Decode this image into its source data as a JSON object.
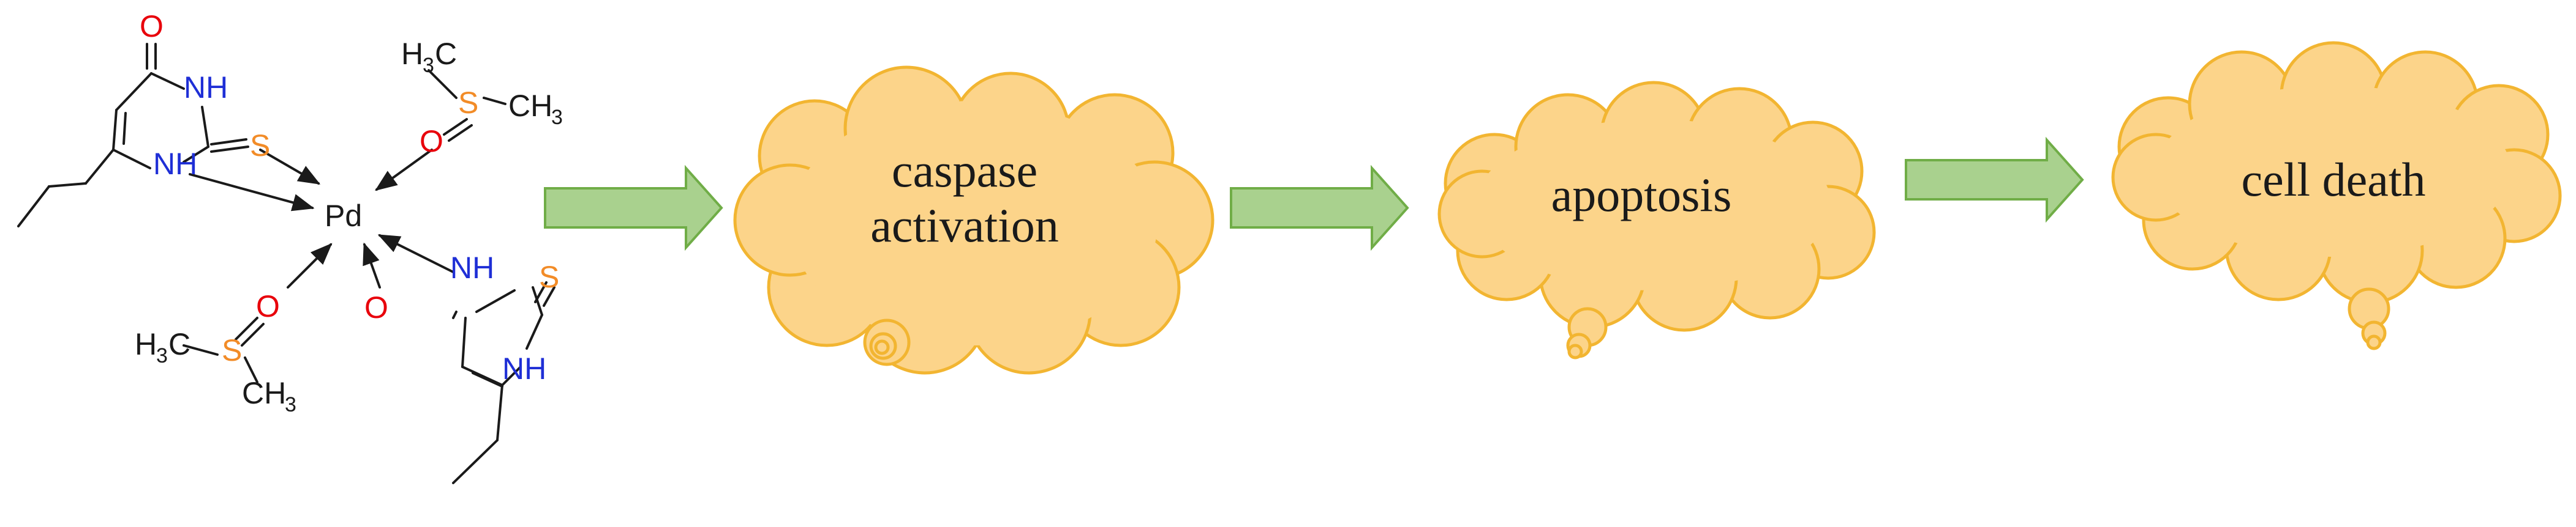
{
  "colors": {
    "oxygen": "#e8000b",
    "nitrogen": "#1f2fd6",
    "sulfur": "#f28c28",
    "carbon_bond": "#1a1a1a",
    "cloud_fill": "#fcd48a",
    "cloud_stroke": "#f2b531",
    "arrow_fill": "#a9d18e",
    "arrow_stroke": "#70ad47"
  },
  "molecule": {
    "metal": "Pd",
    "ligand1": {
      "carbonyl_o": "O",
      "nh_top": "NH",
      "nh_bottom": "NH",
      "thione_s": "S"
    },
    "ligand2": {
      "carbonyl_o": "O",
      "nh_top": "NH",
      "nh_bottom": "NH",
      "thione_s": "S"
    },
    "dmso1": {
      "methyl_a": "H",
      "methyl_a_sub": "3",
      "methyl_a_c": "C",
      "methyl_b": "CH",
      "methyl_b_sub": "3",
      "sulfur": "S",
      "oxygen": "O"
    },
    "dmso2": {
      "methyl_a": "H",
      "methyl_a_sub": "3",
      "methyl_a_c": "C",
      "methyl_b": "CH",
      "methyl_b_sub": "3",
      "sulfur": "S",
      "oxygen": "O"
    }
  },
  "pathway": {
    "step1": {
      "line1": "caspase",
      "line2": "activation"
    },
    "step2": {
      "label": "apoptosis"
    },
    "step3": {
      "label": "cell death"
    }
  }
}
